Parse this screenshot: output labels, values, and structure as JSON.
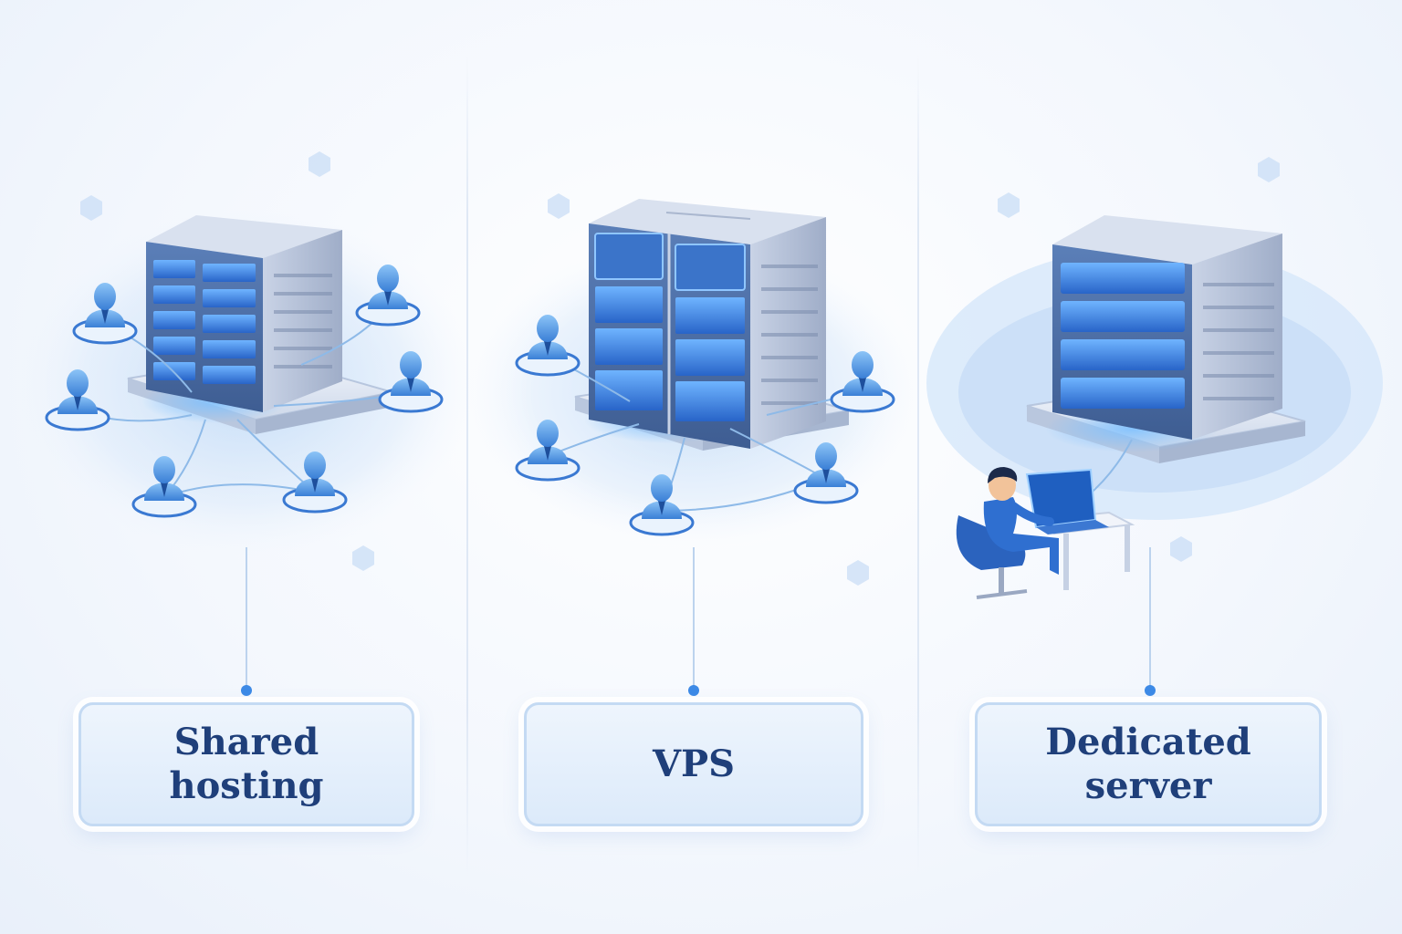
{
  "panels": [
    {
      "id": "shared",
      "label": "Shared\nhosting"
    },
    {
      "id": "vps",
      "label": "VPS"
    },
    {
      "id": "dedicated",
      "label": "Dedicated\nserver"
    }
  ],
  "colors": {
    "accent": "#2f6fd6",
    "label_text": "#1f3f7a",
    "panel_border": "#c4daf3",
    "server_metal": "#a9b6cf",
    "glow": "#5aa8ff"
  }
}
